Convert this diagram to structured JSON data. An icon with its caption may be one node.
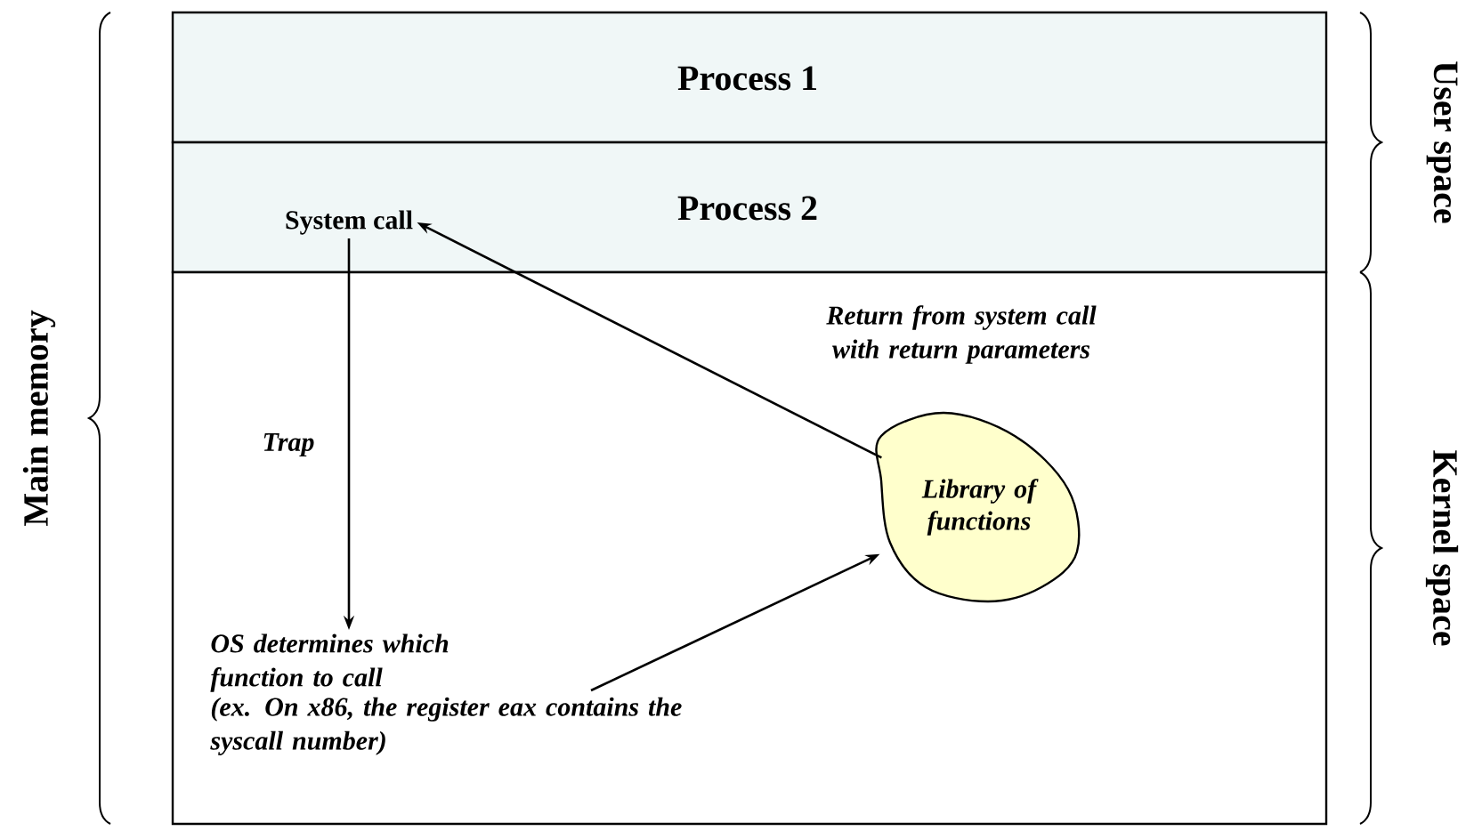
{
  "diagram": {
    "nodes": [
      {
        "text": [
          "Process 1"
        ]
      },
      {
        "text": [
          "Process 2"
        ]
      },
      {
        "text": [
          "System call"
        ],
        "in": 1
      },
      {
        "text": [],
        "shape": "box"
      },
      {
        "text": [
          "OS determines which function to call",
          "(ex. On x86, the register eax contains the syscall number)"
        ],
        "in": 3
      },
      {
        "text": [
          "Library of functions"
        ],
        "in": 3
      }
    ],
    "edges": [
      {
        "from": 2,
        "to": 4,
        "arrow": "to",
        "label": "Trap"
      },
      {
        "from": 4,
        "to": 5,
        "arrow": "to"
      },
      {
        "from": 5,
        "to": 2,
        "arrow": "to",
        "label": "Return from system call with return parameters"
      }
    ],
    "labels": [
      "Main memory",
      "User space",
      "Kernel space"
    ]
  }
}
